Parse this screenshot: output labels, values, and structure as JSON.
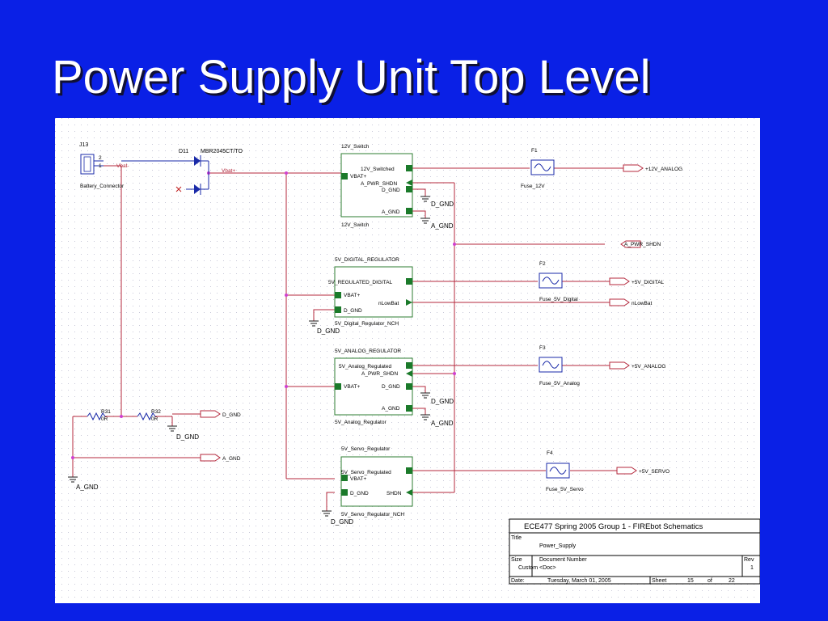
{
  "slide": {
    "title": "Power Supply Unit Top Level"
  },
  "schematic": {
    "connector": {
      "ref": "J13",
      "pin2": "2",
      "pin1": "1",
      "name": "Battery_Connector"
    },
    "diode": {
      "ref": "D11",
      "part": "MBR2045CT/TO"
    },
    "nets": {
      "vbat_minus": "Vbat-",
      "vbat_plus": "Vbat+"
    },
    "resistors": [
      {
        "ref": "R31",
        "value": "0R"
      },
      {
        "ref": "R32",
        "value": "0R"
      }
    ],
    "gnd": {
      "d": "D_GND",
      "a": "A_GND"
    },
    "blocks": {
      "sw12": {
        "name": "12V_Switch",
        "pin_out": "12V_Switched",
        "pin_vbat": "VBAT+",
        "pin_shdn": "A_PWR_SHDN",
        "pin_dgnd": "D_GND",
        "pin_agnd": "A_GND",
        "subname": "12V_Switch"
      },
      "dig5": {
        "name": "5V_DIGITAL_REGULATOR",
        "pin_out": "5V_REGULATED_DIGITAL",
        "pin_vbat": "VBAT+",
        "pin_nlow": "nLowBat",
        "pin_dgnd": "D_GND",
        "subname": "5V_Digital_Regulator_NCH"
      },
      "ana5": {
        "name": "5V_ANALOG_REGULATOR",
        "pin_out": "5V_Analog_Regulated",
        "pin_shdn": "A_PWR_SHDN",
        "pin_vbat": "VBAT+",
        "pin_dgnd": "D_GND",
        "pin_agnd": "A_GND",
        "subname": "5V_Analog_Regulator"
      },
      "servo5": {
        "name": "5V_Servo_Regulator",
        "pin_out": "5V_Servo_Regulated",
        "pin_vbat": "VBAT+",
        "pin_dgnd": "D_GND",
        "pin_shdn": "SHDN",
        "subname": "5V_Servo_Regulator_NCH"
      }
    },
    "fuses": [
      {
        "ref": "F1",
        "name": "Fuse_12V"
      },
      {
        "ref": "F2",
        "name": "Fuse_5V_Digital"
      },
      {
        "ref": "F3",
        "name": "Fuse_5V_Analog"
      },
      {
        "ref": "F4",
        "name": "Fuse_5V_Servo"
      }
    ],
    "ports": {
      "p12v": "+12V_ANALOG",
      "shdn": "A_PWR_SHDN",
      "p5vd": "+5V_DIGITAL",
      "nlow": "nLowBat",
      "p5va": "+5V_ANALOG",
      "p5vs": "+5V_SERVO",
      "dgnd": "D_GND",
      "agnd": "A_GND"
    },
    "title_block": {
      "header": "ECE477 Spring 2005 Group 1 - FIREbot Schematics",
      "title_label": "Title",
      "title_value": "Power_Supply",
      "size_label": "Size",
      "size_value": "Custom",
      "docnum_label": "Document Number",
      "docnum_value": "<Doc>",
      "rev_label": "Rev",
      "rev_value": "1",
      "date_label": "Date:",
      "date_value": "Tuesday, March 01, 2005",
      "sheet_label": "Sheet",
      "sheet_value": "15",
      "of_label": "of",
      "of_value": "22"
    },
    "colors": {
      "wire": "#b4283c",
      "block": "#2e7d32",
      "pin": "#1b7a2a",
      "component": "#1a2aa8",
      "port": "#b4283c"
    }
  }
}
